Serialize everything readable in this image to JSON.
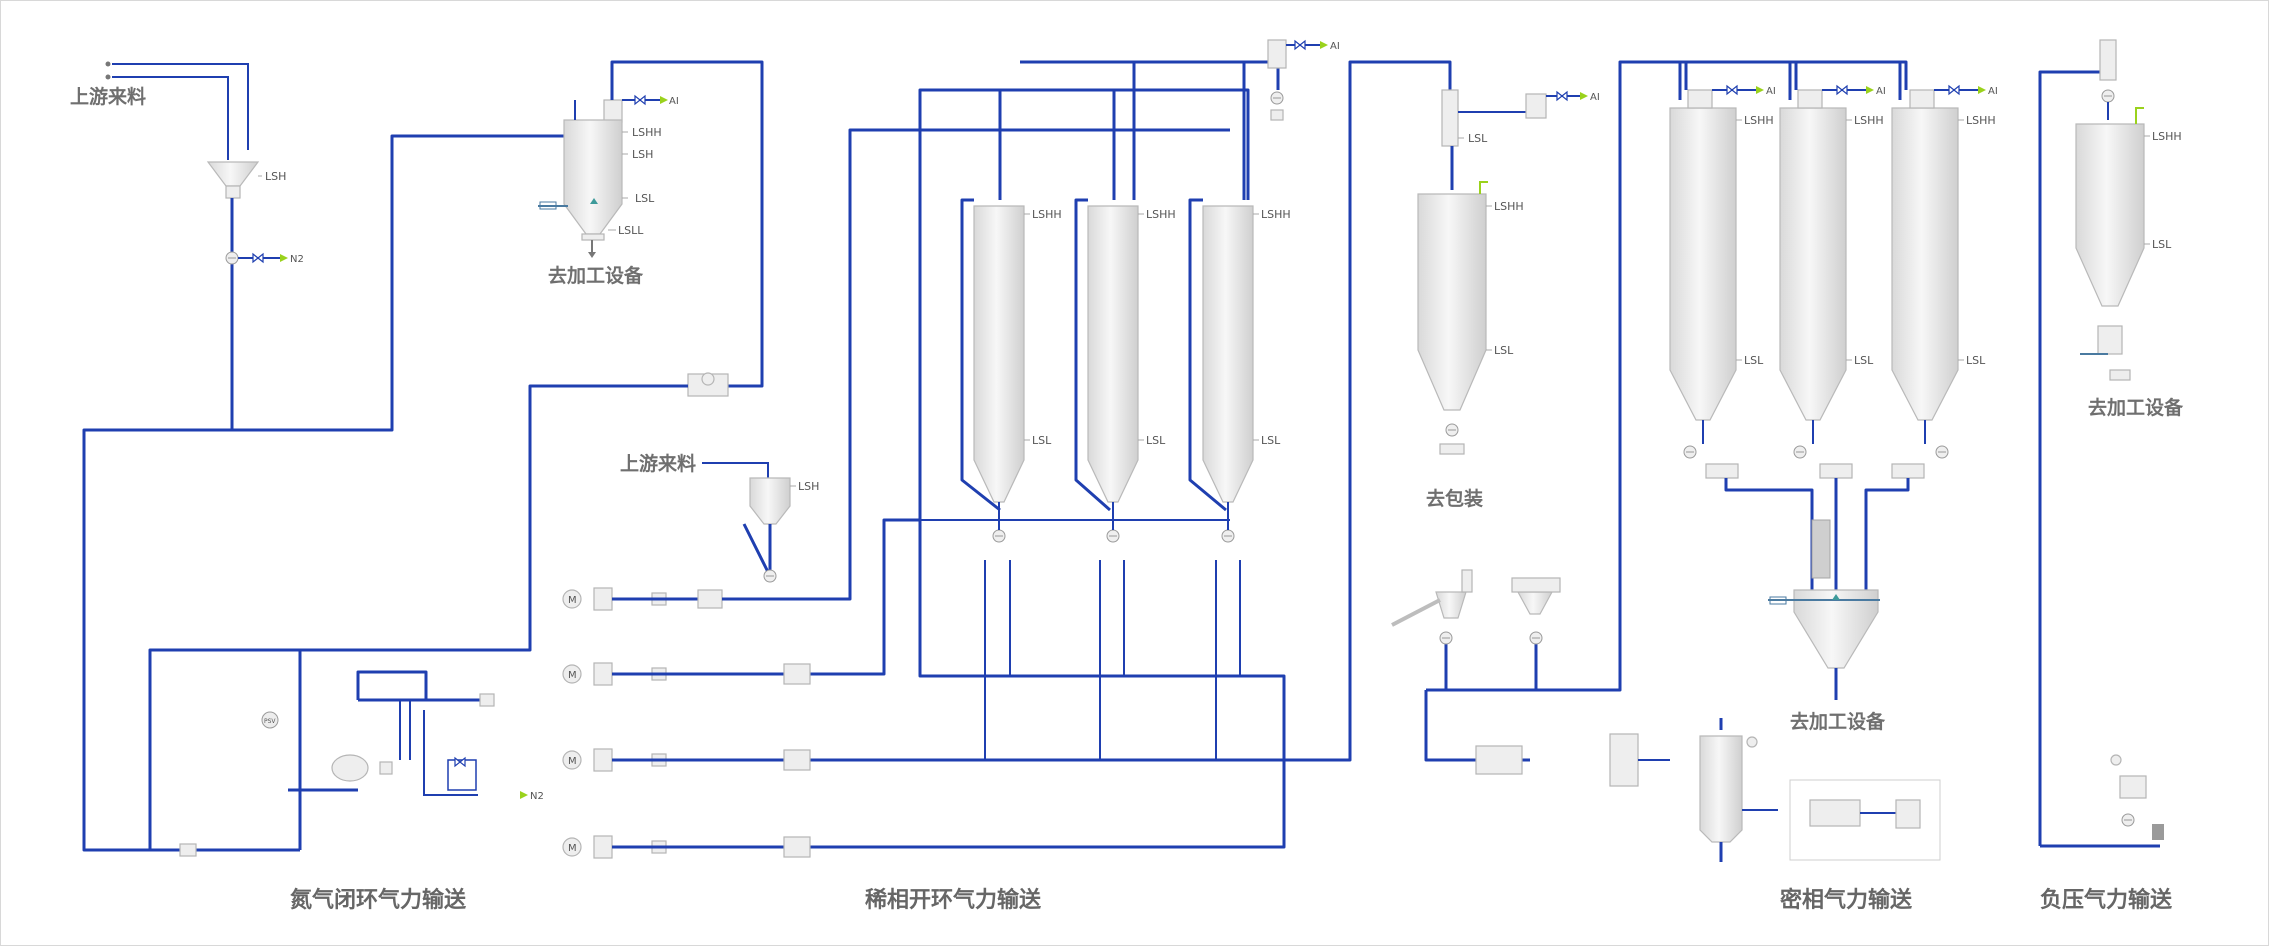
{
  "labels": {
    "upstream_1": "上游来料",
    "upstream_2": "上游来料",
    "to_processing_1": "去加工设备",
    "to_processing_2": "去加工设备",
    "to_processing_3": "去加工设备",
    "to_packaging": "去包装"
  },
  "sections": {
    "nitrogen_closed_loop": "氮气闭环气力输送",
    "dilute_open_loop": "稀相开环气力输送",
    "dense_phase": "密相气力输送",
    "negative_pressure": "负压气力输送"
  },
  "tags": {
    "lsh": "LSH",
    "lshh": "LSHH",
    "lsl": "LSL",
    "lsll": "LSLL",
    "ai": "AI",
    "n2": "N2",
    "motor": "M",
    "psv": "PSV"
  },
  "colors": {
    "pipe": "#1f3fb0",
    "instrument_tip": "#9ad21c",
    "vessel": "#e6e6e6",
    "label_gray": "#6f6f6f"
  }
}
